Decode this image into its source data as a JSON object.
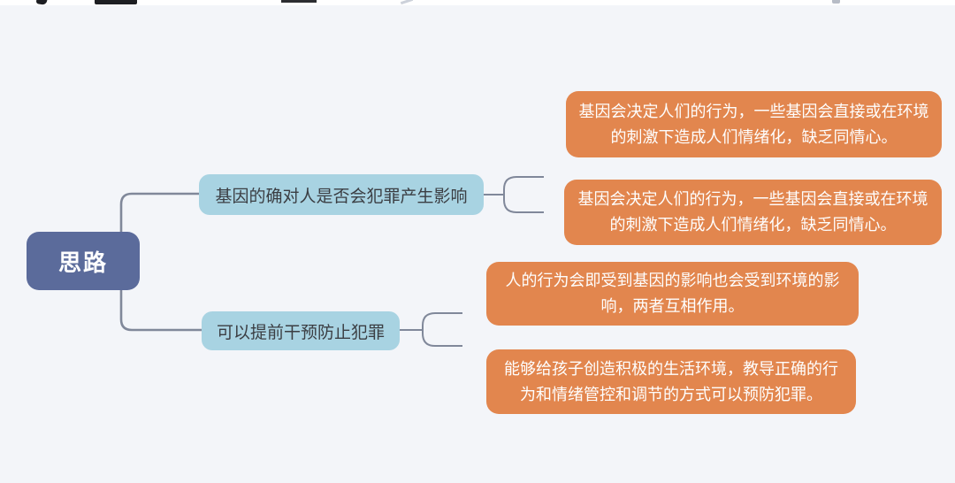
{
  "app": {
    "canvas_background": "#F3F5F9",
    "topbar_background": "#FFFFFF"
  },
  "mindmap": {
    "connector_color": "#80889A",
    "root": {
      "label": "思路",
      "fill": "#5B6B9B",
      "text_color": "#FFFFFF"
    },
    "branches": [
      {
        "label": "基因的确对人是否会犯罪产生影响",
        "fill": "#A8D3E2",
        "text_color": "#3B3E43",
        "children": [
          {
            "text": "基因会决定人们的行为，一些基因会直接或在环境的刺激下造成人们情绪化，缺乏同情心。",
            "fill": "#E2864E",
            "text_color": "#FFFFFF"
          },
          {
            "text": "基因会决定人们的行为，一些基因会直接或在环境的刺激下造成人们情绪化，缺乏同情心。",
            "fill": "#E2864E",
            "text_color": "#FFFFFF"
          }
        ]
      },
      {
        "label": "可以提前干预防止犯罪",
        "fill": "#A8D3E2",
        "text_color": "#3B3E43",
        "children": [
          {
            "text": "人的行为会即受到基因的影响也会受到环境的影响，两者互相作用。",
            "fill": "#E2864E",
            "text_color": "#FFFFFF"
          },
          {
            "text": "能够给孩子创造积极的生活环境，教导正确的行为和情绪管控和调节的方式可以预防犯罪。",
            "fill": "#E2864E",
            "text_color": "#FFFFFF"
          }
        ]
      }
    ]
  }
}
